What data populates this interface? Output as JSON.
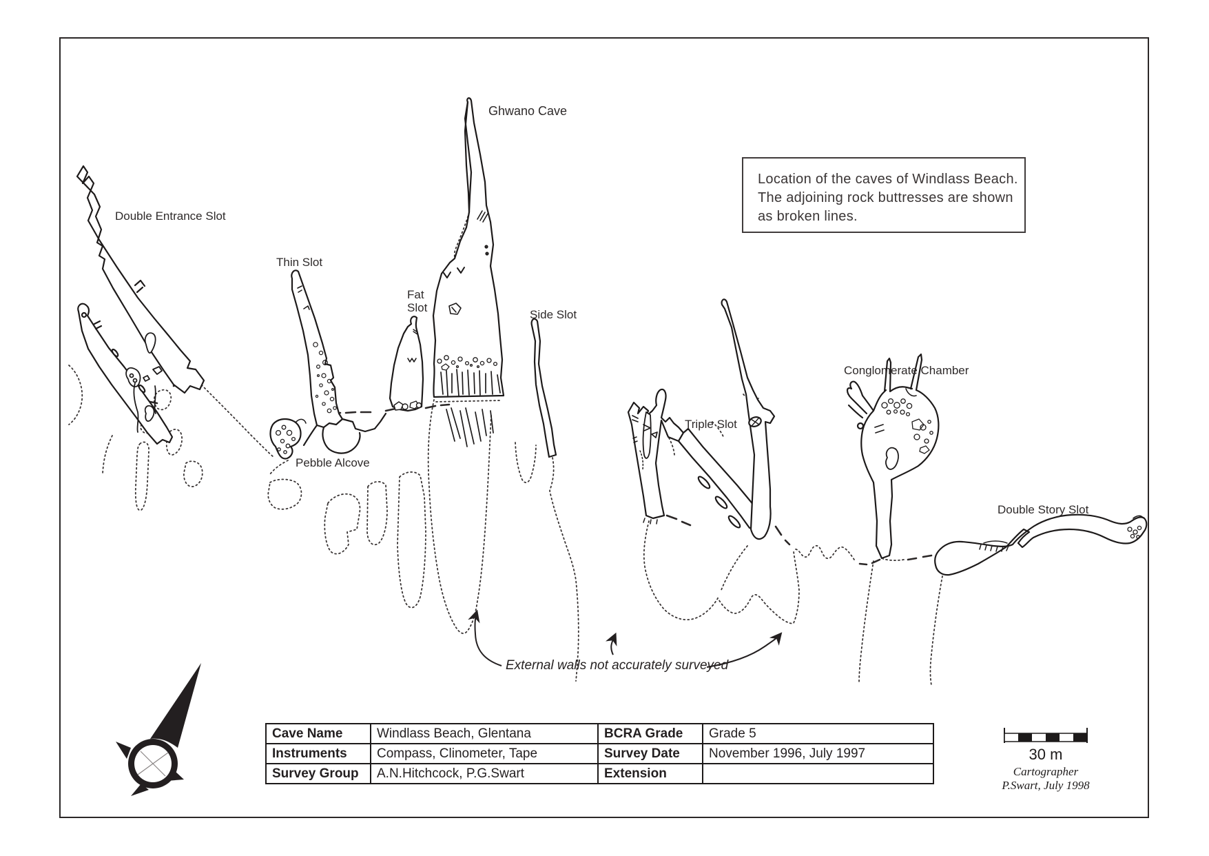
{
  "note_box": {
    "line1": "Location of the caves of Windlass Beach.",
    "line2": "The adjoining rock buttresses are shown",
    "line3": "as broken lines."
  },
  "map": {
    "labels": {
      "double_entrance": "Double Entrance Slot",
      "thin_slot": "Thin Slot",
      "fat_slot": "Fat\nSlot",
      "ghwano": "Ghwano Cave",
      "side_slot": "Side Slot",
      "pebble_alcove": "Pebble Alcove",
      "triple_slot": "Triple Slot",
      "conglomerate": "Conglomerate Chamber",
      "double_story": "Double Story Slot"
    },
    "annotation": "External walls not accurately surveyed",
    "legend_line_styles": {
      "cave_walls": "solid",
      "rock_buttresses": "broken"
    }
  },
  "survey_table": {
    "rows": [
      {
        "h1": "Cave Name",
        "v1": "Windlass Beach, Glentana",
        "h2": "BCRA Grade",
        "v2": "Grade 5"
      },
      {
        "h1": "Instruments",
        "v1": "Compass, Clinometer, Tape",
        "h2": "Survey Date",
        "v2": "November 1996, July 1997"
      },
      {
        "h1": "Survey Group",
        "v1": "A.N.Hitchcock, P.G.Swart",
        "h2": "Extension",
        "v2": ""
      }
    ]
  },
  "scale_bar": {
    "label": "30 m",
    "credit_line1": "Cartographer",
    "credit_line2": "P.Swart, July 1998"
  },
  "colors": {
    "ink": "#231f20",
    "paper": "#ffffff"
  }
}
